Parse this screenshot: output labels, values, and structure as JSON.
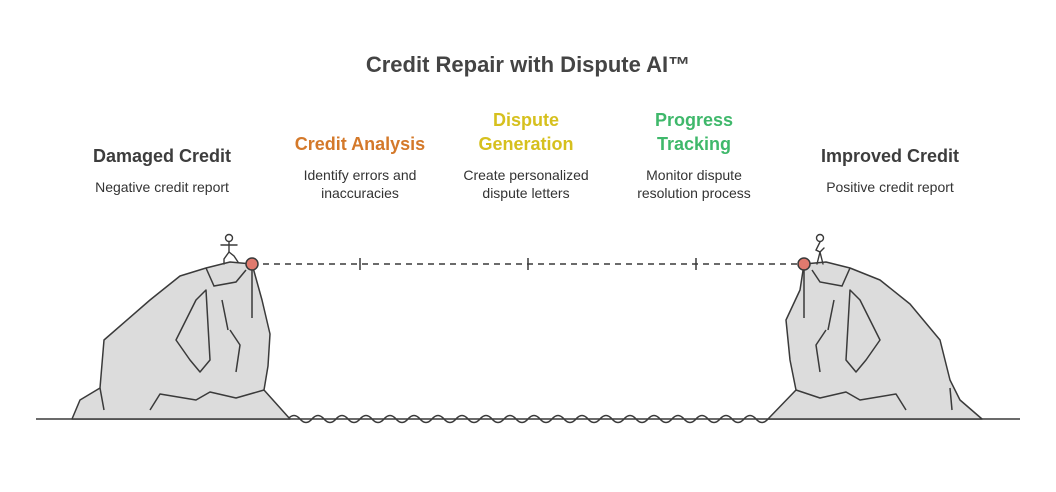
{
  "title": "Credit Repair with Dispute AI™",
  "stages": [
    {
      "heading": "Damaged Credit",
      "description": "Negative credit report",
      "color": "#3d3d3d"
    },
    {
      "heading": "Credit Analysis",
      "description": "Identify errors and inaccuracies",
      "color": "#d4792a"
    },
    {
      "heading": "Dispute Generation",
      "description": "Create personalized dispute letters",
      "color": "#d6c01e"
    },
    {
      "heading": "Progress Tracking",
      "description": "Monitor dispute resolution process",
      "color": "#3fb86b"
    },
    {
      "heading": "Improved Credit",
      "description": "Positive credit report",
      "color": "#3d3d3d"
    }
  ],
  "icons": {
    "left_figure": "person-stepping-icon",
    "right_figure": "person-standing-icon",
    "left_cliff": "cliff-icon",
    "right_cliff": "cliff-icon",
    "water": "wave-icon"
  },
  "colors": {
    "rock_fill": "#dcdcdc",
    "rock_stroke": "#3a3a3a",
    "anchor_dot": "#e07a6e",
    "line": "#3a3a3a"
  }
}
